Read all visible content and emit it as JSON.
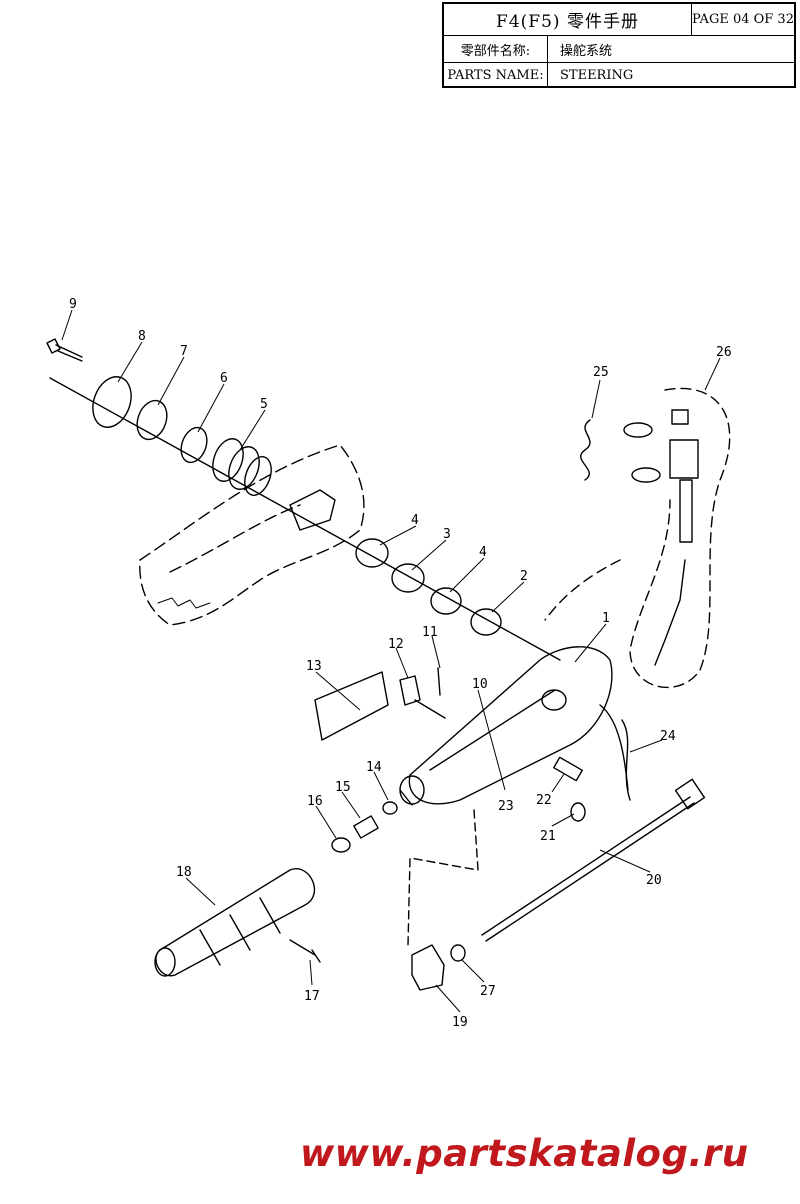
{
  "title_block": {
    "title": "F4(F5) 零件手册",
    "page": "PAGE 04 OF 32",
    "name_label_cn": "零部件名称:",
    "name_value_cn": "操舵系统",
    "name_label_en": "PARTS NAME:",
    "name_value_en": "STEERING"
  },
  "callouts": [
    "1",
    "2",
    "3",
    "4",
    "4",
    "5",
    "6",
    "7",
    "8",
    "9",
    "10",
    "11",
    "12",
    "13",
    "14",
    "15",
    "16",
    "17",
    "18",
    "19",
    "20",
    "21",
    "22",
    "23",
    "24",
    "25",
    "26",
    "27"
  ],
  "watermark": "www.partskatalog.ru",
  "colors": {
    "line": "#000000",
    "watermark": "#c0181c",
    "paper": "#ffffff"
  }
}
